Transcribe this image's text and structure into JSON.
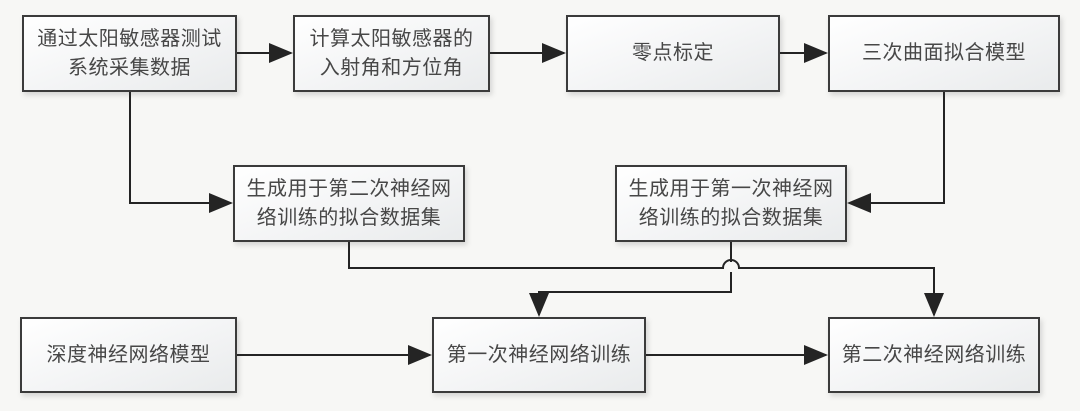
{
  "diagram": {
    "type": "flowchart",
    "background_color": "#f7f7f5",
    "box_border_color": "#3b3b3b",
    "box_fill_colors": [
      "#ffffff",
      "#e9ebec"
    ],
    "line_color": "#242424",
    "text_color": "#474747",
    "nodes": {
      "collect_data": {
        "label": "通过太阳敏感器测试系统采集数据"
      },
      "calc_angles": {
        "label": "计算太阳敏感器的入射角和方位角"
      },
      "zero_calibration": {
        "label": "零点标定"
      },
      "cubic_surface": {
        "label": "三次曲面拟合模型"
      },
      "dataset_second": {
        "label": "生成用于第二次神经网络训练的拟合数据集"
      },
      "dataset_first": {
        "label": "生成用于第一次神经网络训练的拟合数据集"
      },
      "dnn_model": {
        "label": "深度神经网络模型"
      },
      "first_training": {
        "label": "第一次神经网络训练"
      },
      "second_training": {
        "label": "第二次神经网络训练"
      }
    },
    "edges": [
      {
        "from": "collect_data",
        "to": "calc_angles"
      },
      {
        "from": "calc_angles",
        "to": "zero_calibration"
      },
      {
        "from": "zero_calibration",
        "to": "cubic_surface"
      },
      {
        "from": "collect_data",
        "to": "dataset_second"
      },
      {
        "from": "cubic_surface",
        "to": "dataset_first"
      },
      {
        "from": "dataset_second",
        "to": "second_training"
      },
      {
        "from": "dataset_first",
        "to": "first_training"
      },
      {
        "from": "dnn_model",
        "to": "first_training"
      },
      {
        "from": "first_training",
        "to": "second_training"
      }
    ]
  }
}
